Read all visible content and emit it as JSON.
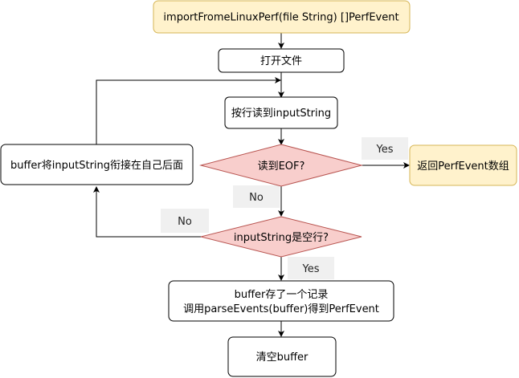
{
  "diagram": {
    "type": "flowchart",
    "colors": {
      "start_fill": "#fff2cc",
      "start_stroke": "#d6b656",
      "decision_fill": "#f8cecc",
      "decision_stroke": "#b85450",
      "process_fill": "#ffffff",
      "process_stroke": "#000000",
      "edge": "#000000",
      "edge_label_bg": "#f0f0f0"
    },
    "nodes": {
      "start": "importFromeLinuxPerf(file String) []PerfEvent",
      "open_file": "打开文件",
      "read_line": "按行读到inputString",
      "check_eof": "读到EOF?",
      "return_events": "返回PerfEvent数组",
      "append_buffer": "buffer将inputString衔接在自己后面",
      "check_empty": "inputString是空行?",
      "record_line1": "buffer存了一个记录",
      "record_line2": "调用parseEvents(buffer)得到PerfEvent",
      "clear_buffer": "清空buffer"
    },
    "edge_labels": {
      "eof_yes": "Yes",
      "eof_no": "No",
      "empty_no": "No",
      "empty_yes": "Yes"
    }
  }
}
